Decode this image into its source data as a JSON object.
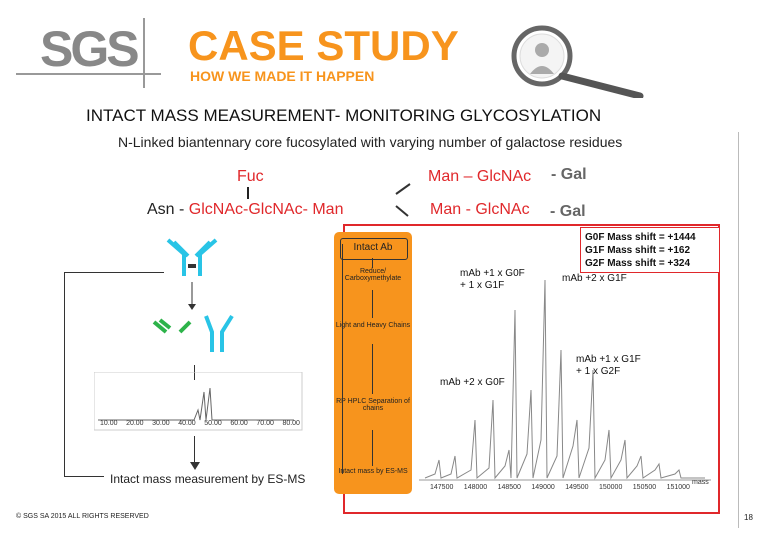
{
  "header": {
    "logo": "SGS",
    "case_title": "CASE STUDY",
    "case_subtitle": "HOW WE MADE IT HAPPEN",
    "magnifier_icon": "magnifier-icon"
  },
  "title": "INTACT MASS MEASUREMENT- MONITORING GLYCOSYLATION",
  "subtitle": "N-Linked biantennary core fucosylated with varying number of galactose residues",
  "glycan": {
    "fuc": "Fuc",
    "chain": "Asn - GlcNAc-GlcNAc- Man",
    "branch_top": "Man – GlcNAc",
    "branch_bottom": "Man - GlcNAc",
    "gal_top": "- Gal",
    "gal_bottom": "- Gal"
  },
  "flow": {
    "step1": "Intact Ab",
    "step2": "Reduce/ Carboxymethylate",
    "step3": "Light and Heavy Chains",
    "step4": "RP HPLC Separation of chains",
    "step5": "Intact mass by ES-MS"
  },
  "left_chart": {
    "x_ticks": [
      "10.00",
      "20.00",
      "30.00",
      "40.00",
      "50.00",
      "60.00",
      "70.00",
      "80.00"
    ]
  },
  "bottom_label": "Intact mass measurement by ES-MS",
  "mass_shifts": [
    "G0F Mass shift = +1444",
    "G1F Mass shift = +162",
    "G2F Mass shift = +324"
  ],
  "peaks": {
    "p1": [
      "mAb +1 x G0F",
      "+ 1 x G1F"
    ],
    "p2": "mAb +2 x G1F",
    "p3": [
      "mAb +1 x G1F",
      "+ 1 x G2F"
    ],
    "p4": "mAb +2 x G0F"
  },
  "spectrum": {
    "x_ticks": [
      "147500",
      "148000",
      "148500",
      "149000",
      "149500",
      "150000",
      "150500",
      "151000"
    ],
    "x_unit": "mass"
  },
  "colors": {
    "accent": "#f7941d",
    "red": "#e0282b",
    "cyan": "#29c4e6",
    "green": "#2db34a"
  },
  "footer": "© SGS SA 2015 ALL RIGHTS RESERVED",
  "page_number": "18"
}
